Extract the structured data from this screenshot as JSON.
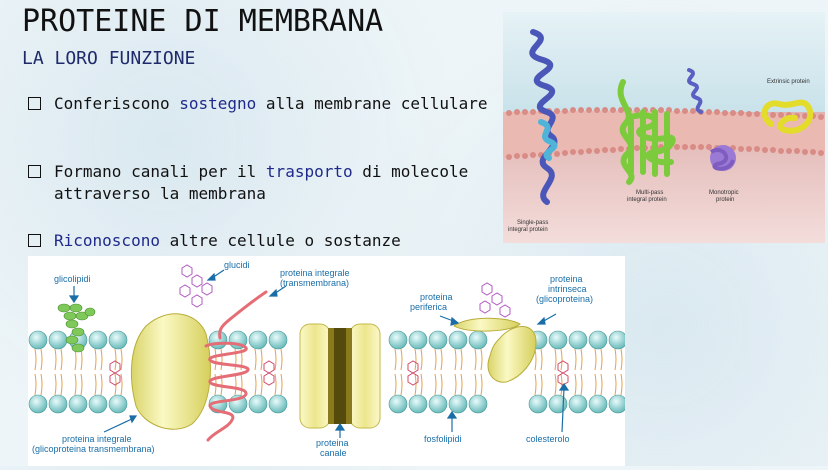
{
  "slide": {
    "title": "PROTEINE DI MEMBRANA",
    "subtitle": "LA LORO FUNZIONE",
    "bullets": [
      {
        "before": "Conferiscono ",
        "highlight": "sostegno",
        "after": " alla membrane cellulare"
      },
      {
        "before": "Formano canali per il ",
        "highlight": "trasporto",
        "after": " di molecole attraverso la membrana"
      },
      {
        "before": "",
        "highlight": "Riconoscono",
        "after": " altre cellule o sostanze"
      }
    ]
  },
  "photo_labels": {
    "extrinsic": "Extrinsic protein",
    "multipass_1": "Multi-pass",
    "multipass_2": "integral protein",
    "monotropic_1": "Monotropic",
    "monotropic_2": "protein",
    "singlepass_1": "Single-pass",
    "singlepass_2": "integral protein"
  },
  "diagram_labels": {
    "glicolipidi": "glicolipidi",
    "glucidi": "glucidi",
    "integrale_1": "proteina integrale",
    "integrale_2": "(transmembrana)",
    "periferica_1": "proteina",
    "periferica_2": "periferica",
    "intrinseca_1": "proteina",
    "intrinseca_2": "intrinseca",
    "intrinseca_3": "(glicoproteina)",
    "glico_1": "proteina integrale",
    "glico_2": "(glicoproteina transmembrana)",
    "canale_1": "proteina",
    "canale_2": "canale",
    "fosfolipidi": "fosfolipidi",
    "colesterolo": "colesterolo"
  },
  "colors": {
    "title_text": "#111111",
    "accent_text": "#1f2a8a",
    "label_blue": "#1a6ea8",
    "protein_yellow": "#f2ef9a",
    "head_teal": "#7fc9c9",
    "tail_orange": "#e8a04a"
  }
}
